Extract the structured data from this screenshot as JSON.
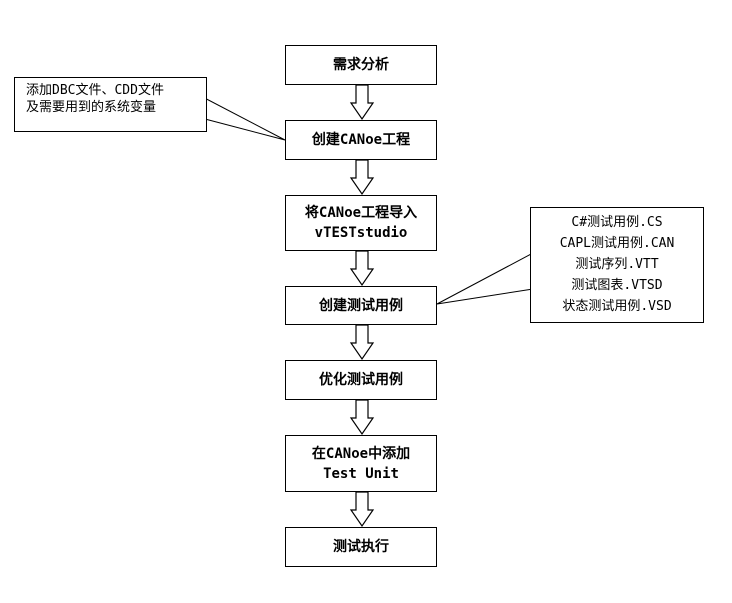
{
  "steps": [
    {
      "lines": [
        "需求分析"
      ]
    },
    {
      "lines": [
        "创建CANoe工程"
      ]
    },
    {
      "lines": [
        "将CANoe工程导入",
        "vTESTstudio"
      ]
    },
    {
      "lines": [
        "创建测试用例"
      ]
    },
    {
      "lines": [
        "优化测试用例"
      ]
    },
    {
      "lines": [
        "在CANoe中添加",
        "Test Unit"
      ]
    },
    {
      "lines": [
        "测试执行"
      ]
    }
  ],
  "note_project": {
    "lines": [
      "添加DBC文件、CDD文件",
      "及需要用到的系统变量"
    ]
  },
  "note_testcases": {
    "lines": [
      "C#测试用例.CS",
      "CAPL测试用例.CAN",
      "测试序列.VTT",
      "测试图表.VTSD",
      "状态测试用例.VSD"
    ]
  }
}
